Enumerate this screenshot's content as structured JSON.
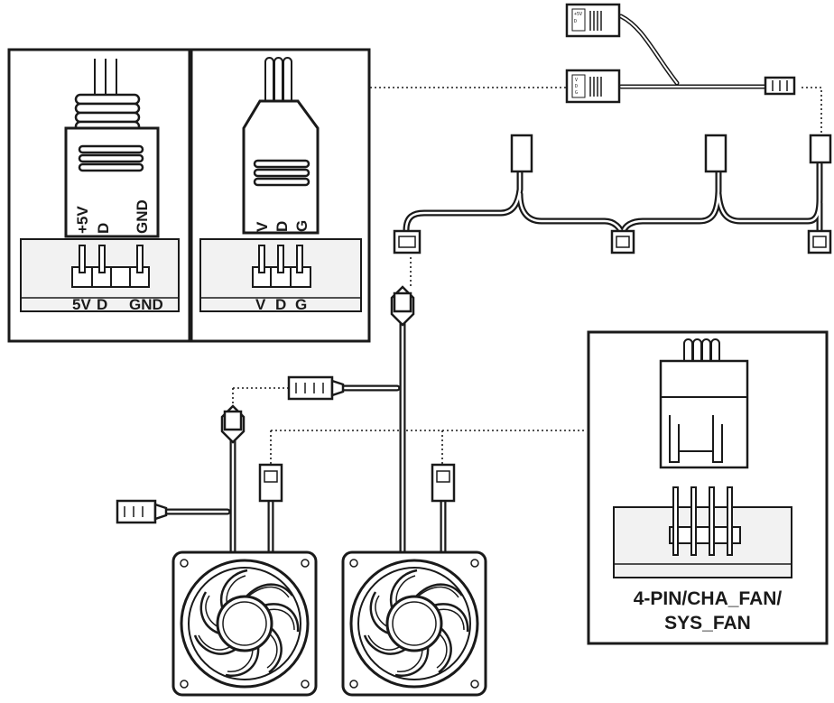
{
  "argb_panel": {
    "plug_labels": [
      "+5V",
      "D",
      "GND"
    ],
    "header_labels": [
      "5V",
      "D",
      "GND"
    ]
  },
  "rgb_panel": {
    "plug_labels": [
      "V",
      "D",
      "G"
    ],
    "header_labels": [
      "V",
      "D",
      "G"
    ]
  },
  "splitter_plugs": {
    "top_plug_labels": [
      "+5V",
      "D"
    ],
    "bottom_plug_labels": [
      "V",
      "D",
      "G"
    ]
  },
  "fan_header_panel": {
    "caption_line1": "4-PIN/CHA_FAN/",
    "caption_line2": "SYS_FAN"
  },
  "colors": {
    "line": "#1a1a1a",
    "background": "#ffffff",
    "header_fill": "#f2f2f2"
  },
  "icons": [
    "fan-icon",
    "connector-icon",
    "cable-icon",
    "pin-header-icon"
  ]
}
